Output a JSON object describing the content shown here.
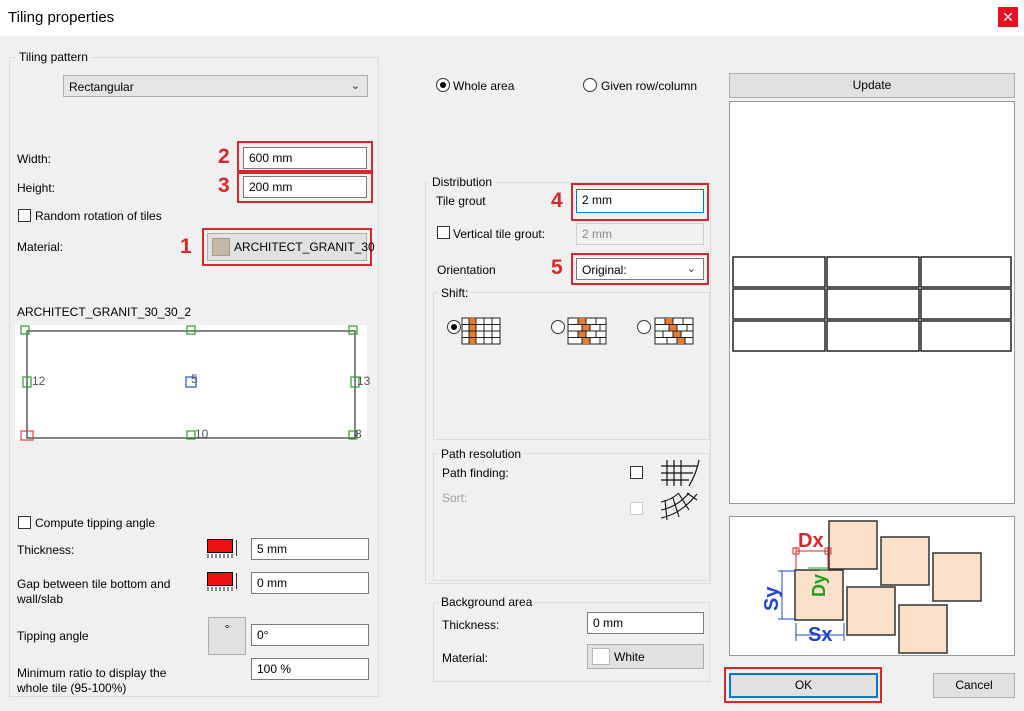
{
  "window": {
    "title": "Tiling properties",
    "close_glyph": "✕"
  },
  "tiling_pattern": {
    "group_label": "Tiling pattern",
    "pattern_value": "Rectangular",
    "width_label": "Width:",
    "width_value": "600 mm",
    "height_label": "Height:",
    "height_value": "200 mm",
    "random_rotation_label": "Random rotation of tiles",
    "material_label": "Material:",
    "material_value": "ARCHITECT_GRANIT_30",
    "material_name": "ARCHITECT_GRANIT_30_30_2",
    "preview_points": [
      "12",
      "5",
      "13",
      "10",
      "8"
    ]
  },
  "annotations": [
    "1",
    "2",
    "3",
    "4",
    "5"
  ],
  "tipping": {
    "compute_label": "Compute tipping angle",
    "thickness_label": "Thickness:",
    "thickness_value": "5 mm",
    "gap_label_1": "Gap between tile bottom and",
    "gap_label_2": "wall/slab",
    "gap_value": "0 mm",
    "angle_label": "Tipping angle",
    "angle_icon": "°",
    "angle_value": "0°",
    "min_ratio_label_1": "Minimum ratio to display the",
    "min_ratio_label_2": "whole tile (95-100%)",
    "min_ratio_value": "100 %"
  },
  "area": {
    "whole_area_label": "Whole area",
    "given_row_label": "Given row/column",
    "selected": "whole_area"
  },
  "distribution": {
    "group_label": "Distribution",
    "tile_grout_label": "Tile grout",
    "tile_grout_value": "2 mm",
    "vertical_grout_label": "Vertical tile grout:",
    "vertical_grout_value": "2 mm",
    "orientation_label": "Orientation",
    "orientation_value": "Original:",
    "shift_label": "Shift:"
  },
  "path_resolution": {
    "group_label": "Path resolution",
    "path_finding_label": "Path finding:",
    "sort_label": "Sort:"
  },
  "background": {
    "group_label": "Background area",
    "thickness_label": "Thickness:",
    "thickness_value": "0 mm",
    "material_label": "Material:",
    "material_value": "White"
  },
  "preview": {
    "update_label": "Update",
    "diagram_labels": {
      "dx": "Dx",
      "dy": "Dy",
      "sx": "Sx",
      "sy": "Sy"
    }
  },
  "buttons": {
    "ok_label": "OK",
    "cancel_label": "Cancel"
  },
  "colors": {
    "annotation_red": "#d9262c",
    "tile_fill": "#fae0c8",
    "brick_orange": "#e87b2c",
    "focus_blue": "#0078d7"
  }
}
